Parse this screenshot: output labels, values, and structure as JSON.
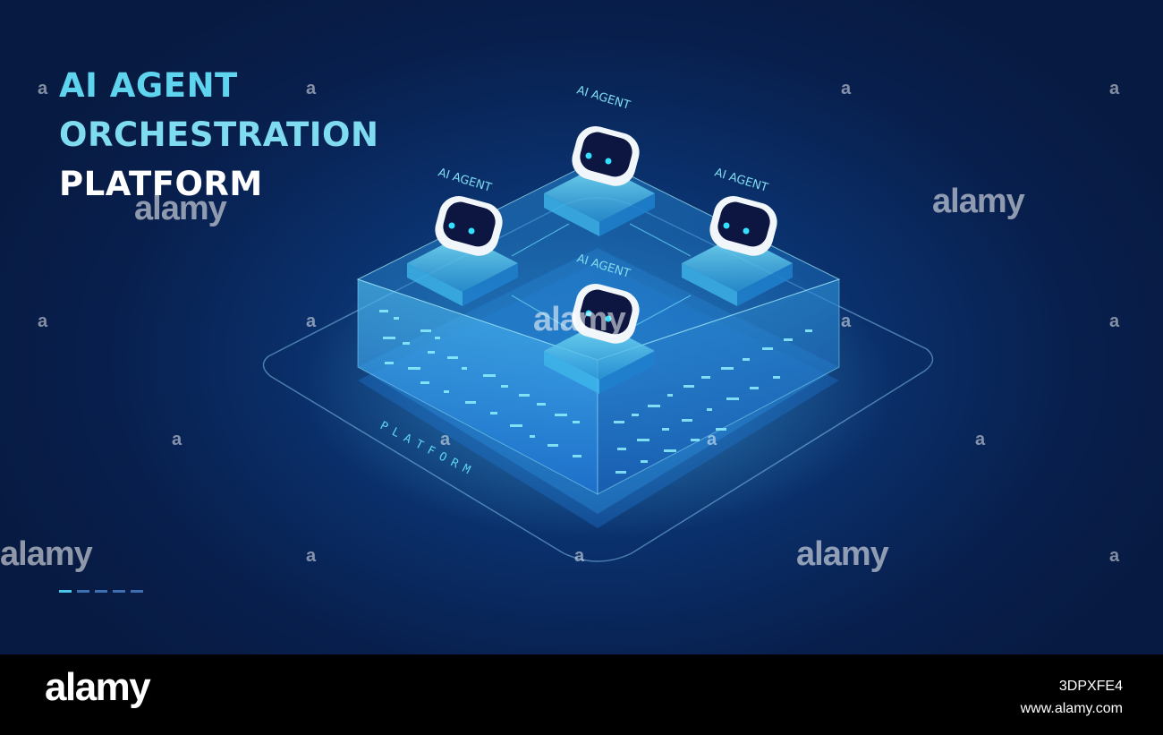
{
  "title": {
    "line1": "AI AGENT",
    "line2": "ORCHESTRATION",
    "line3": "PLATFORM"
  },
  "platform_label": "PLATFORM",
  "agents": [
    {
      "label": "AI AGENT"
    },
    {
      "label": "AI AGENT"
    },
    {
      "label": "AI AGENT"
    },
    {
      "label": "AI AGENT"
    }
  ],
  "watermark": {
    "text": "alamy",
    "mark": "a"
  },
  "footer": {
    "logo": "alamy",
    "image_id": "3DPXFE4",
    "url": "www.alamy.com"
  },
  "colors": {
    "background": "#081f4d",
    "accent": "#49c6e8",
    "title_cyan": "#5fd4ef"
  }
}
